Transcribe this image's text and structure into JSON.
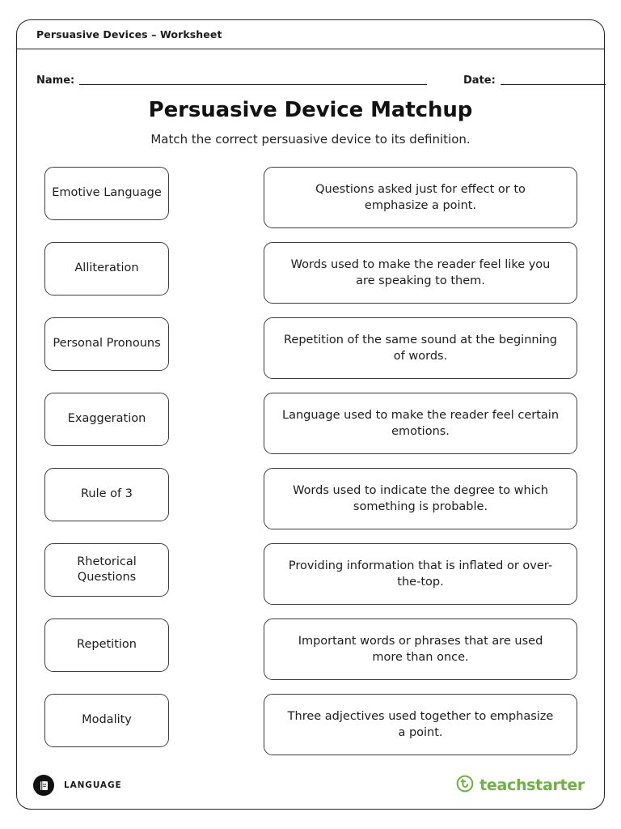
{
  "header": {
    "doc_title": "Persuasive Devices – Worksheet"
  },
  "student_fields": {
    "name_label": "Name:",
    "name_value": "",
    "date_label": "Date:",
    "date_value": ""
  },
  "title_block": {
    "title": "Persuasive Device Matchup",
    "subtitle": "Match the correct persuasive device to its definition."
  },
  "matching": {
    "devices": [
      {
        "label": "Emotive Language"
      },
      {
        "label": "Alliteration"
      },
      {
        "label": "Personal Pronouns"
      },
      {
        "label": "Exaggeration"
      },
      {
        "label": "Rule of 3"
      },
      {
        "label": "Rhetorical Questions"
      },
      {
        "label": "Repetition"
      },
      {
        "label": "Modality"
      }
    ],
    "definitions": [
      {
        "text": "Questions asked just for effect or to emphasize a point."
      },
      {
        "text": "Words used to make the reader feel like you are speaking to them."
      },
      {
        "text": "Repetition of the same sound at the beginning of words."
      },
      {
        "text": "Language used to make the reader feel certain emotions."
      },
      {
        "text": "Words used to indicate the degree to which something is probable."
      },
      {
        "text": "Providing information that is inflated or over-the-top."
      },
      {
        "text": "Important words or phrases that are used more than once."
      },
      {
        "text": "Three adjectives used together to emphasize a point."
      }
    ]
  },
  "footer": {
    "subject_label": "LANGUAGE",
    "subject_icon": "book-icon",
    "brand_name": "teachstarter",
    "brand_icon": "teachstarter-logo-icon",
    "brand_color": "#6cb33f",
    "badge_color": "#111111"
  }
}
